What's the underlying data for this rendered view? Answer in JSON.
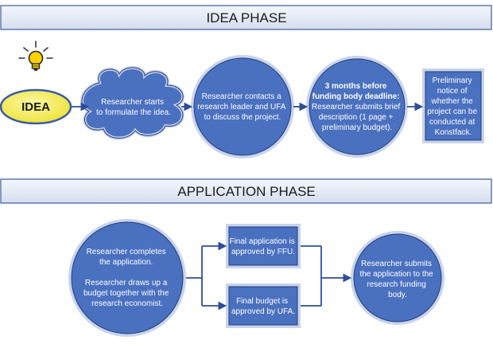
{
  "idea_phase": {
    "title": "IDEA PHASE",
    "idea_label": "IDEA",
    "cloud_text": [
      "Researcher starts",
      "to formulate the idea."
    ],
    "contact_text": [
      "Researcher contacts a",
      "research leader and UFA",
      "to discuss the project."
    ],
    "brief_bold": [
      "3 months before",
      "funding body deadline:"
    ],
    "brief_text": [
      "Researcher submits brief",
      "description (1 page +",
      "preliminary budget)."
    ],
    "notice_text": [
      "Preliminary",
      "notice of",
      "whether the",
      "project can be",
      "conducted at",
      "Konstfack."
    ]
  },
  "application_phase": {
    "title": "APPLICATION PHASE",
    "complete_text": [
      "Researcher completes",
      "the application.",
      "",
      "Researcher draws up a",
      "budget together with the",
      "research economist."
    ],
    "ffu_text": [
      "Final application is",
      "approved by FFU."
    ],
    "ufa_text": [
      "Final budget is",
      "approved by UFA."
    ],
    "submit_text": [
      "Researcher submits",
      "the application to the",
      "research funding",
      "body."
    ]
  },
  "colors": {
    "banner_top": "#f4f7fc",
    "banner_bottom": "#d5deef",
    "banner_border": "#3d5a98",
    "node_fill": "#4a70c0",
    "node_stroke": "#1f3e7a",
    "glow_outer": "#c9d3ea",
    "arrow": "#2e4d9a",
    "idea_fill": "#f7f06a",
    "bulb": "#ffd200"
  },
  "icons": {
    "bulb": "lightbulb-icon"
  }
}
